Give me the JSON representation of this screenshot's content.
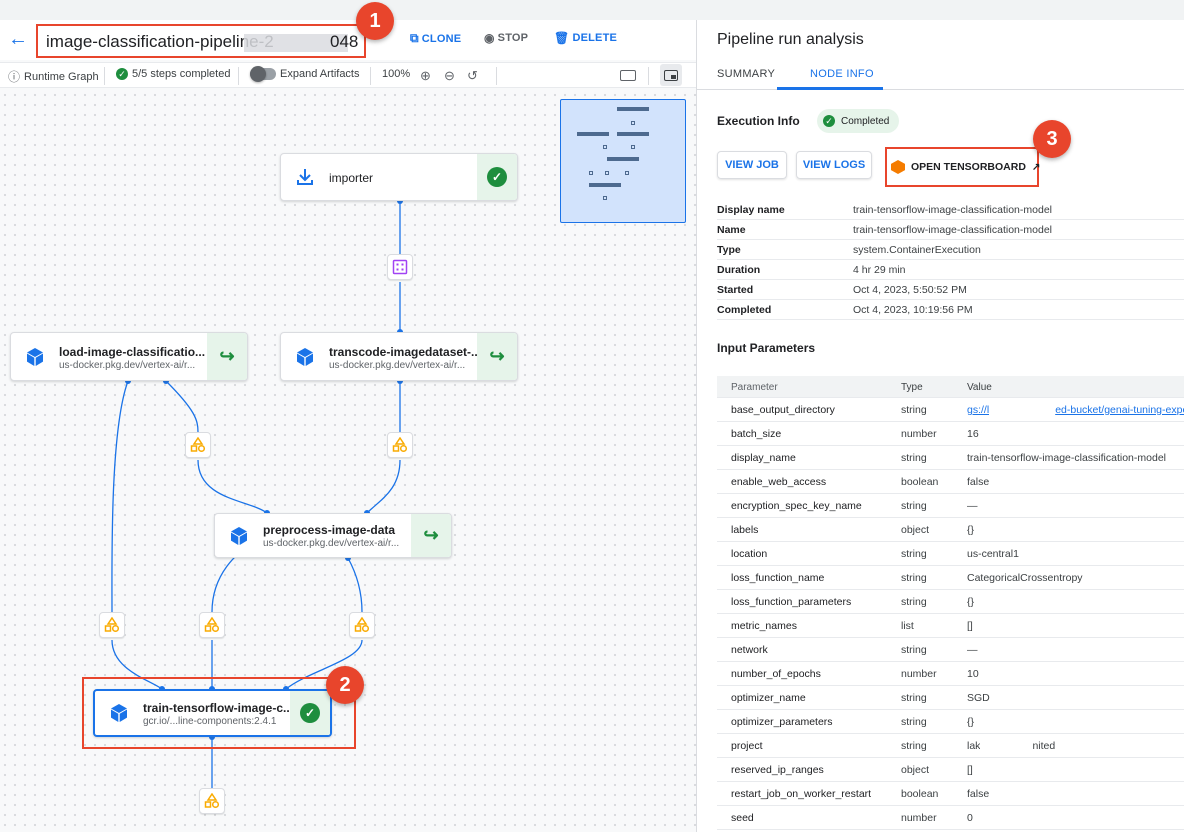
{
  "header": {
    "title": "image-classification-pipeline-2",
    "title_suffix": "048",
    "clone_label": "CLONE",
    "stop_label": "STOP",
    "delete_label": "DELETE"
  },
  "toolbar": {
    "runtime_graph_label": "Runtime Graph",
    "steps_completed_label": "5/5 steps completed",
    "expand_artifacts_label": "Expand Artifacts",
    "zoom_level": "100%"
  },
  "graph": {
    "nodes": {
      "importer": {
        "title": "importer"
      },
      "load": {
        "title": "load-image-classificatio...",
        "subtitle": "us-docker.pkg.dev/vertex-ai/r..."
      },
      "transcode": {
        "title": "transcode-imagedataset-...",
        "subtitle": "us-docker.pkg.dev/vertex-ai/r..."
      },
      "preprocess": {
        "title": "preprocess-image-data",
        "subtitle": "us-docker.pkg.dev/vertex-ai/r..."
      },
      "train": {
        "title": "train-tensorflow-image-c...",
        "subtitle": "gcr.io/...line-components:2.4.1"
      }
    }
  },
  "callouts": {
    "one": "1",
    "two": "2",
    "three": "3"
  },
  "panel": {
    "title": "Pipeline run analysis",
    "tabs": {
      "summary": "SUMMARY",
      "node_info": "NODE INFO"
    },
    "execution_info_label": "Execution Info",
    "status": "Completed",
    "view_job_label": "VIEW JOB",
    "view_logs_label": "VIEW LOGS",
    "open_tensorboard_label": "OPEN TENSORBOARD",
    "details": [
      {
        "key": "Display name",
        "value": "train-tensorflow-image-classification-model"
      },
      {
        "key": "Name",
        "value": "train-tensorflow-image-classification-model"
      },
      {
        "key": "Type",
        "value": "system.ContainerExecution"
      },
      {
        "key": "Duration",
        "value": "4 hr 29 min"
      },
      {
        "key": "Started",
        "value": "Oct 4, 2023, 5:50:52 PM"
      },
      {
        "key": "Completed",
        "value": "Oct 4, 2023, 10:19:56 PM"
      }
    ],
    "input_parameters_label": "Input Parameters",
    "params_header": {
      "parameter": "Parameter",
      "type": "Type",
      "value": "Value"
    },
    "params": [
      {
        "name": "base_output_directory",
        "type": "string",
        "value": "gs://l",
        "value_suffix": "ed-bucket/genai-tuning-exper"
      },
      {
        "name": "batch_size",
        "type": "number",
        "value": "16"
      },
      {
        "name": "display_name",
        "type": "string",
        "value": "train-tensorflow-image-classification-model"
      },
      {
        "name": "enable_web_access",
        "type": "boolean",
        "value": "false"
      },
      {
        "name": "encryption_spec_key_name",
        "type": "string",
        "value": "—"
      },
      {
        "name": "labels",
        "type": "object",
        "value": "{}"
      },
      {
        "name": "location",
        "type": "string",
        "value": "us-central1"
      },
      {
        "name": "loss_function_name",
        "type": "string",
        "value": "CategoricalCrossentropy"
      },
      {
        "name": "loss_function_parameters",
        "type": "string",
        "value": "{}"
      },
      {
        "name": "metric_names",
        "type": "list",
        "value": "[]"
      },
      {
        "name": "network",
        "type": "string",
        "value": "—"
      },
      {
        "name": "number_of_epochs",
        "type": "number",
        "value": "10"
      },
      {
        "name": "optimizer_name",
        "type": "string",
        "value": "SGD"
      },
      {
        "name": "optimizer_parameters",
        "type": "string",
        "value": "{}"
      },
      {
        "name": "project",
        "type": "string",
        "value": "lak",
        "value_suffix": "nited"
      },
      {
        "name": "reserved_ip_ranges",
        "type": "object",
        "value": "[]"
      },
      {
        "name": "restart_job_on_worker_restart",
        "type": "boolean",
        "value": "false"
      },
      {
        "name": "seed",
        "type": "number",
        "value": "0"
      }
    ]
  },
  "colors": {
    "accent": "#1a73e8",
    "success": "#1e8e3e",
    "callout": "#e8452c",
    "artifact": "#f9ab00"
  }
}
